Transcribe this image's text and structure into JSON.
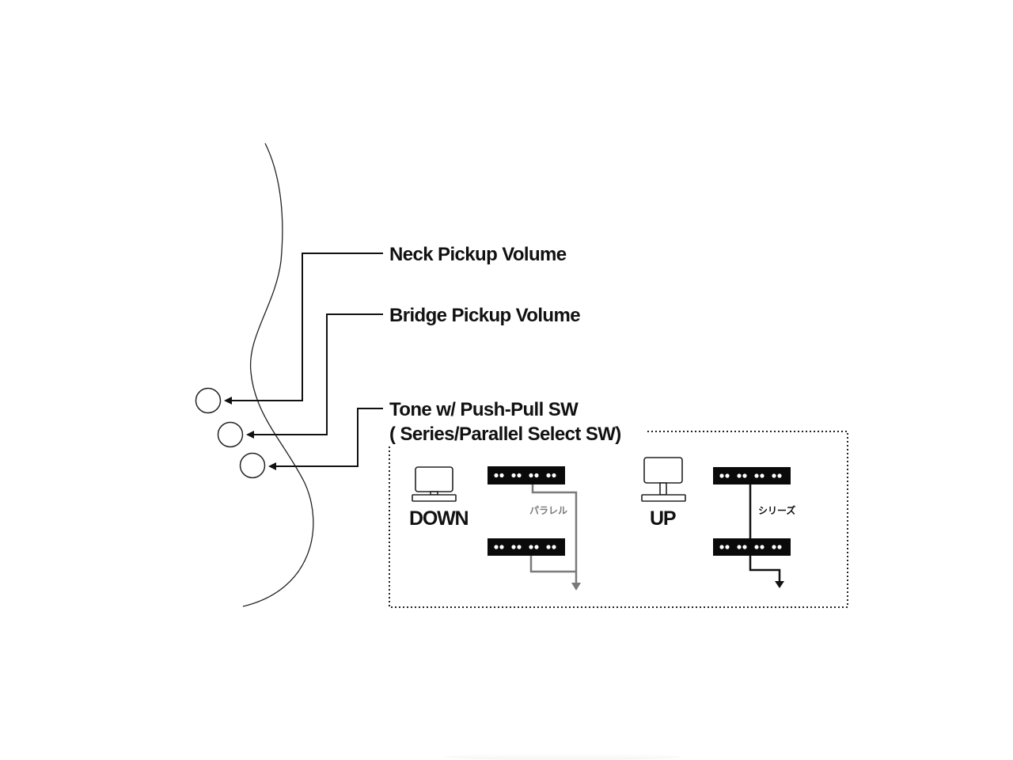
{
  "labels": {
    "neck_volume": "Neck Pickup Volume",
    "bridge_volume": "Bridge Pickup Volume",
    "tone_line1": "Tone w/ Push-Pull SW",
    "tone_line2": "( Series/Parallel Select SW)"
  },
  "switch_states": {
    "down": {
      "label": "DOWN",
      "wiring_label": "パラレル",
      "wiring_meaning": "parallel",
      "wiring_color": "#7a7a7a"
    },
    "up": {
      "label": "UP",
      "wiring_label": "シリーズ",
      "wiring_meaning": "series",
      "wiring_color": "#111111"
    }
  },
  "knobs": [
    {
      "name": "neck-volume-knob"
    },
    {
      "name": "bridge-volume-knob"
    },
    {
      "name": "tone-knob"
    }
  ],
  "colors": {
    "ink": "#111111",
    "parallel_wire": "#7a7a7a",
    "pickup_fill": "#0a0a0a",
    "pole_piece": "#ffffff"
  }
}
